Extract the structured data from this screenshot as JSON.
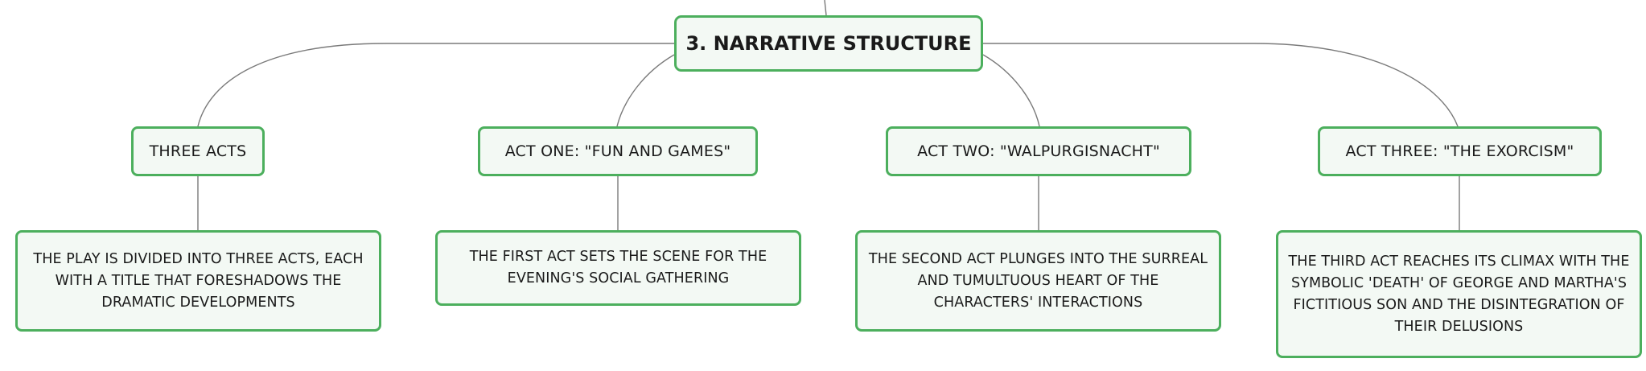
{
  "root": {
    "label": "3. NARRATIVE STRUCTURE"
  },
  "branches": [
    {
      "label": "THREE ACTS",
      "detail": "THE PLAY IS DIVIDED INTO THREE ACTS, EACH WITH A TITLE THAT FORESHADOWS THE DRAMATIC DEVELOPMENTS"
    },
    {
      "label": "ACT ONE: \"FUN AND GAMES\"",
      "detail": "THE FIRST ACT SETS THE SCENE FOR THE EVENING'S SOCIAL GATHERING"
    },
    {
      "label": "ACT TWO: \"WALPURGISNACHT\"",
      "detail": "THE SECOND ACT PLUNGES INTO THE SURREAL AND TUMULTUOUS HEART OF THE CHARACTERS' INTERACTIONS"
    },
    {
      "label": "ACT THREE: \"THE EXORCISM\"",
      "detail": "THE THIRD ACT REACHES ITS CLIMAX WITH THE SYMBOLIC 'DEATH' OF GEORGE AND MARTHA'S FICTITIOUS SON AND THE DISINTEGRATION OF THEIR DELUSIONS"
    }
  ],
  "colors": {
    "node_border": "#4caf5d",
    "node_fill": "#f3f9f4",
    "connector": "#7a7a7a",
    "text": "#1a1a1a"
  }
}
